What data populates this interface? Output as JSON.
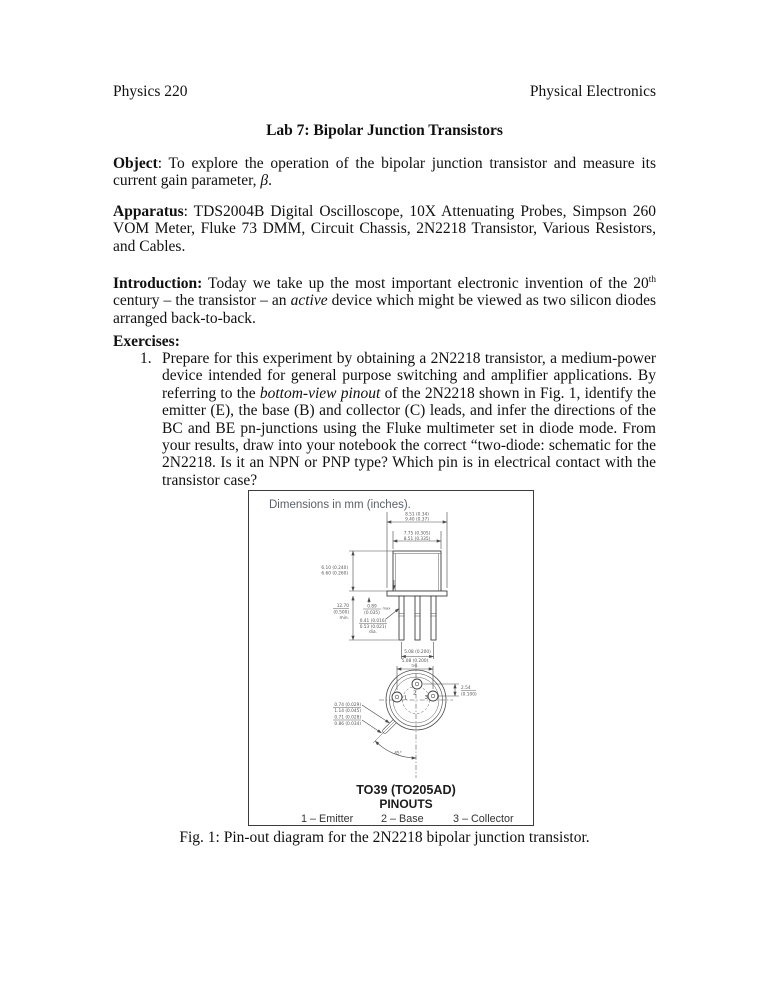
{
  "header": {
    "left": "Physics 220",
    "right": "Physical Electronics"
  },
  "title": "Lab 7: Bipolar Junction Transistors",
  "paragraphs": {
    "object": [
      {
        "t": "Object",
        "b": true
      },
      {
        "t": ": To explore the operation of the bipolar junction transistor and measure its current gain parameter, "
      },
      {
        "t": "β",
        "i": true
      },
      {
        "t": "."
      }
    ],
    "apparatus": [
      {
        "t": "Apparatus",
        "b": true
      },
      {
        "t": ": TDS2004B Digital Oscilloscope, 10X Attenuating Probes, Simpson 260 VOM Meter, Fluke 73 DMM, Circuit Chassis, 2N2218 Transistor, Various Resistors, and Cables."
      }
    ],
    "introduction": [
      {
        "t": "Introduction:",
        "b": true
      },
      {
        "t": " Today we take up the most important electronic invention of the 20"
      },
      {
        "t": "th",
        "sup": true
      },
      {
        "t": " century – the transistor – an "
      },
      {
        "t": "active",
        "i": true
      },
      {
        "t": " device which might be viewed as two silicon diodes arranged back-to-back."
      }
    ],
    "exercises_heading": [
      {
        "t": "Exercises:",
        "b": true
      }
    ],
    "exercise1": [
      {
        "t": "Prepare for this experiment by obtaining a 2N2218 transistor, a medium-power device intended for general purpose switching and amplifier applications. By referring to the "
      },
      {
        "t": "bottom-view pinout",
        "i": true
      },
      {
        "t": " of the 2N2218 shown in Fig. 1, identify the emitter (E), the base (B) and collector (C) leads, and infer the directions of the BC and BE pn-junctions using the Fluke multimeter set in diode mode.  From your results, draw into your notebook the correct “two-diode: schematic for the 2N2218.  Is it an NPN or PNP type? Which pin is in electrical contact with the transistor case?"
      }
    ]
  },
  "exercise1_number": "1.",
  "figure": {
    "note": "Dimensions in mm (inches).",
    "package_title": "TO39 (TO205AD)",
    "package_subtitle": "PINOUTS",
    "pin_nums": [
      "1",
      "2",
      "3"
    ],
    "legend": [
      "1 – Emitter",
      "2 – Base",
      "3 – Collector"
    ],
    "dims": {
      "flange_dia_a": "8.51 (0.34)",
      "flange_dia_b": "9.40 (0.37)",
      "cap_dia_a": "7.75 (0.305)",
      "cap_dia_b": "8.51 (0.335)",
      "cap_h_a": "6.10 (0.240)",
      "cap_h_b": "6.60 (0.260)",
      "lead_len_a": "12.70",
      "lead_len_b": "(0.500)",
      "lead_len_c": "min.",
      "fl_thk_a": "0.89",
      "fl_thk_b": "(0.035)",
      "fl_thk_max": "max",
      "lead_dia_a": "0.41 (0.016)",
      "lead_dia_b": "0.53 (0.021)",
      "lead_dia_c": "dia.",
      "lead_space": "5.08 (0.200)",
      "pin_space": "5.08 (0.200)",
      "pin_space_typ": "typ.",
      "pin_off_a": "2.54",
      "pin_off_b": "(0.100)",
      "tab_w_a": "0.74 (0.029)",
      "tab_w_b": "1.14 (0.045)",
      "tab_t_a": "0.71 (0.028)",
      "tab_t_b": "0.86 (0.034)",
      "angle": "45°"
    }
  },
  "caption": "Fig. 1: Pin-out diagram for the 2N2218 bipolar junction transistor."
}
